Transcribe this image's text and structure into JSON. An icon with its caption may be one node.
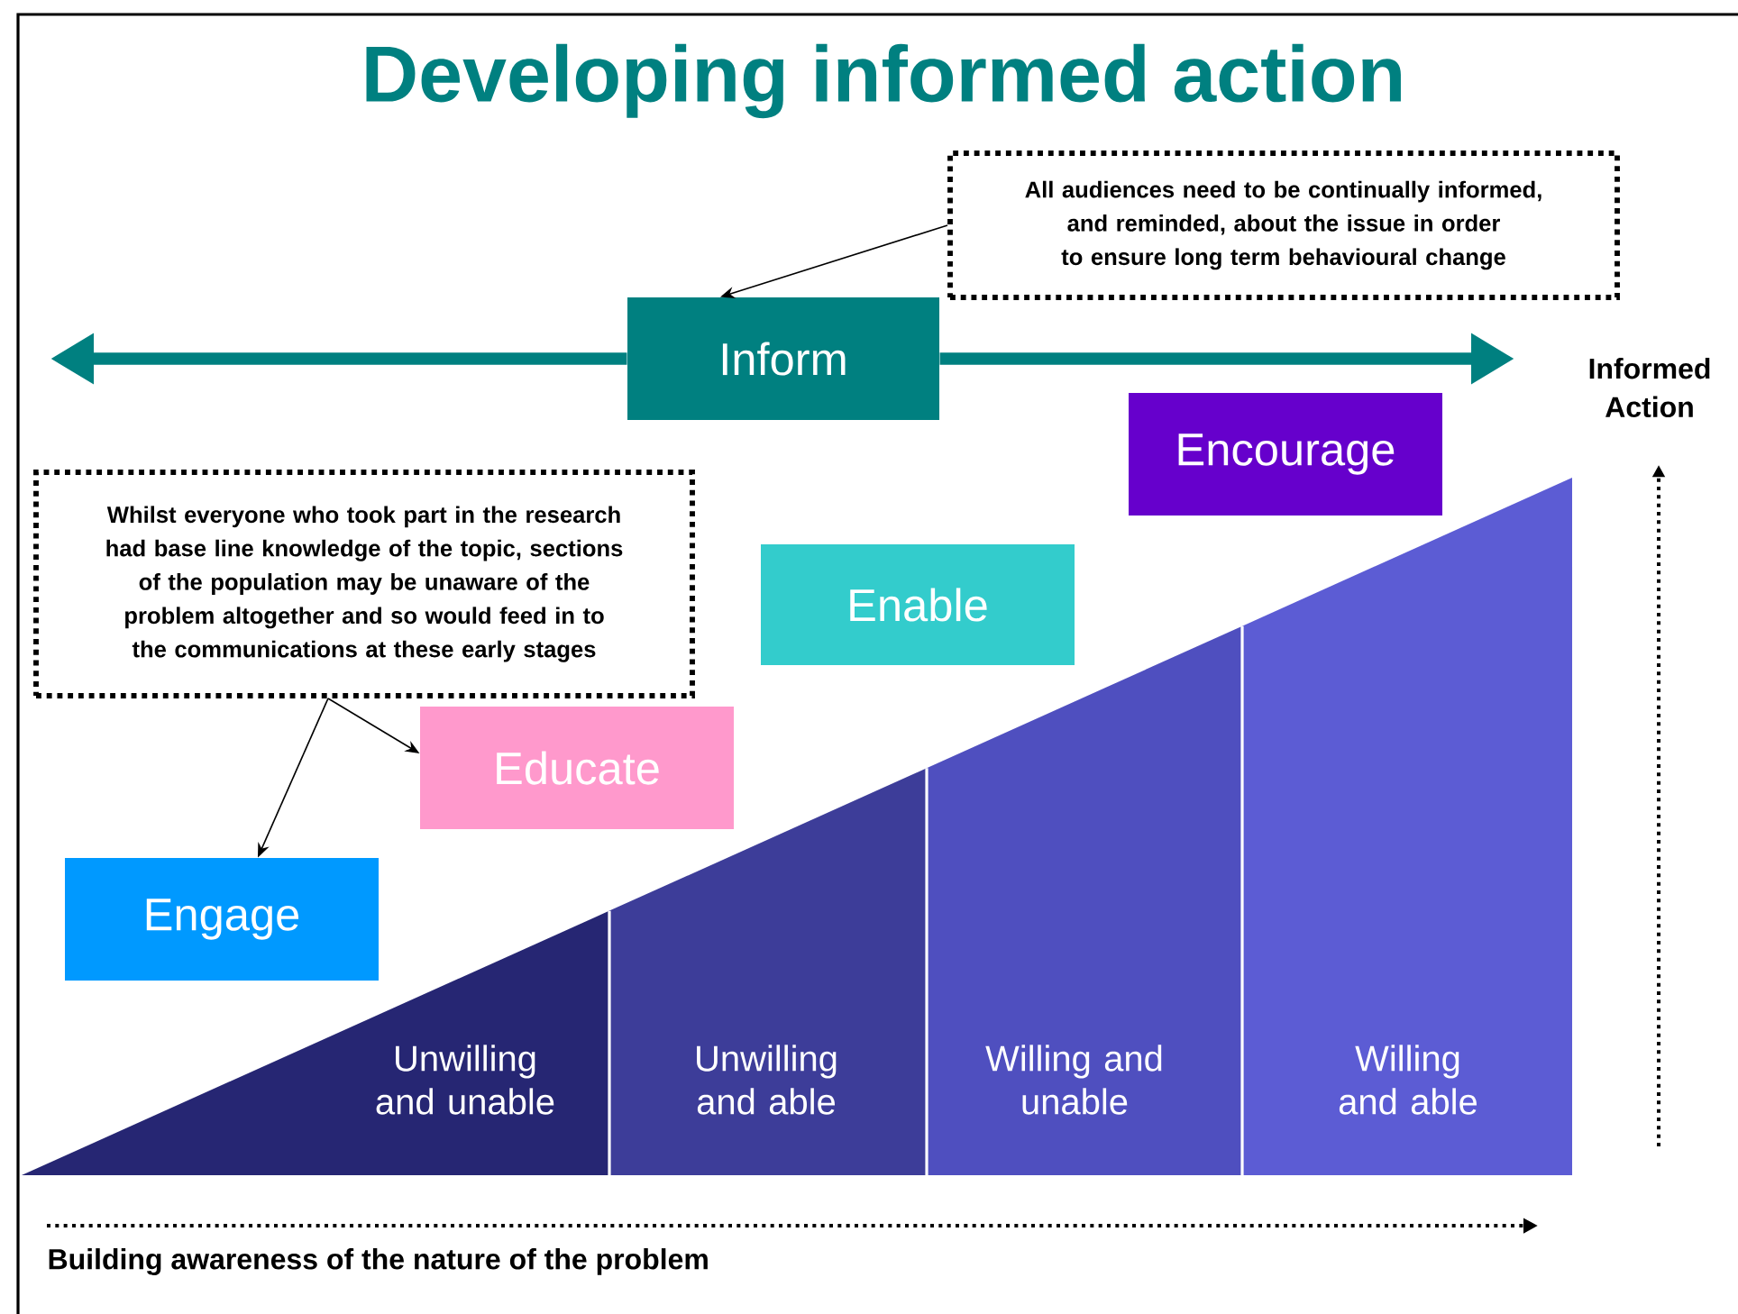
{
  "diagram": {
    "title": "Developing informed action",
    "nodes": [
      {
        "text": [
          "Inform"
        ]
      },
      {
        "text": [
          "All audiences need to be continually informed, and reminded, about the issue in order to ensure long term behavioural change"
        ]
      },
      {
        "text": [
          "Encourage"
        ]
      },
      {
        "text": [
          "Enable"
        ]
      },
      {
        "text": [
          "Whilst everyone who took part in the research had base line knowledge of the topic, sections of the population may be unaware of the problem altogether and so would feed in to the communications at these early stages"
        ]
      },
      {
        "text": [
          "Educate"
        ]
      },
      {
        "text": [
          "Engage"
        ]
      },
      {
        "text": [
          "Unwilling and unable"
        ]
      },
      {
        "text": [
          "Unwilling and able"
        ]
      },
      {
        "text": [
          "Willing and unable"
        ]
      },
      {
        "text": [
          "Willing and able"
        ]
      }
    ],
    "edges": [
      {
        "from": 0,
        "to": null,
        "arrow": "to",
        "style": "thick",
        "color": "#008080"
      },
      {
        "from": 0,
        "to": null,
        "arrow": "to",
        "style": "thick",
        "color": "#008080"
      },
      {
        "from": 1,
        "to": 0,
        "arrow": "to"
      },
      {
        "from": 4,
        "to": 6,
        "arrow": "to"
      },
      {
        "from": 4,
        "to": 5,
        "arrow": "to"
      }
    ],
    "labels": [
      "Informed Action",
      "Building awareness of the nature of the problem"
    ]
  }
}
